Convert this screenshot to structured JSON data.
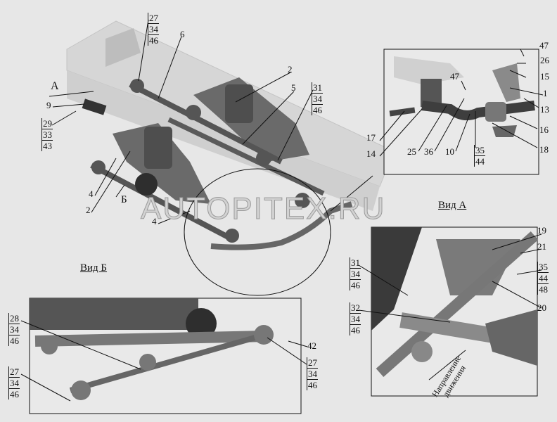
{
  "main_view": {
    "callouts": {
      "c27": [
        "27",
        "34",
        "46"
      ],
      "c6": "6",
      "view_a_marker": "А",
      "c9": "9",
      "c29": [
        "29",
        "33",
        "43"
      ],
      "c2_top": "2",
      "c5": "5",
      "c31": [
        "31",
        "34",
        "46"
      ],
      "c4_left": "4",
      "view_b_marker": "Б",
      "c2_bottom": "2",
      "c4_bottom": "4"
    }
  },
  "view_a": {
    "title": "Вид А",
    "callouts": {
      "c47_top": "47",
      "c26": "26",
      "c15": "15",
      "c1": "1",
      "c13": "13",
      "c16": "16",
      "c18": "18",
      "c17": "17",
      "c14": "14",
      "c25": "25",
      "c36": "36",
      "c10": "10",
      "c35": [
        "35",
        "44"
      ],
      "c47_mid": "47"
    }
  },
  "view_b": {
    "title": "Вид Б",
    "callouts": {
      "c28": [
        "28",
        "34",
        "46"
      ],
      "c42": "42",
      "c27_right": [
        "27",
        "34",
        "46"
      ],
      "c27_left": [
        "27",
        "34",
        "46"
      ]
    }
  },
  "detail_view": {
    "direction_label": [
      "Направление",
      "движения"
    ],
    "callouts": {
      "c19": "19",
      "c21": "21",
      "c35": [
        "35",
        "44",
        "48"
      ],
      "c20": "20",
      "c31": [
        "31",
        "34",
        "46"
      ],
      "c32": [
        "32",
        "34",
        "46"
      ]
    }
  },
  "watermark": "AUTOPITEX.RU"
}
